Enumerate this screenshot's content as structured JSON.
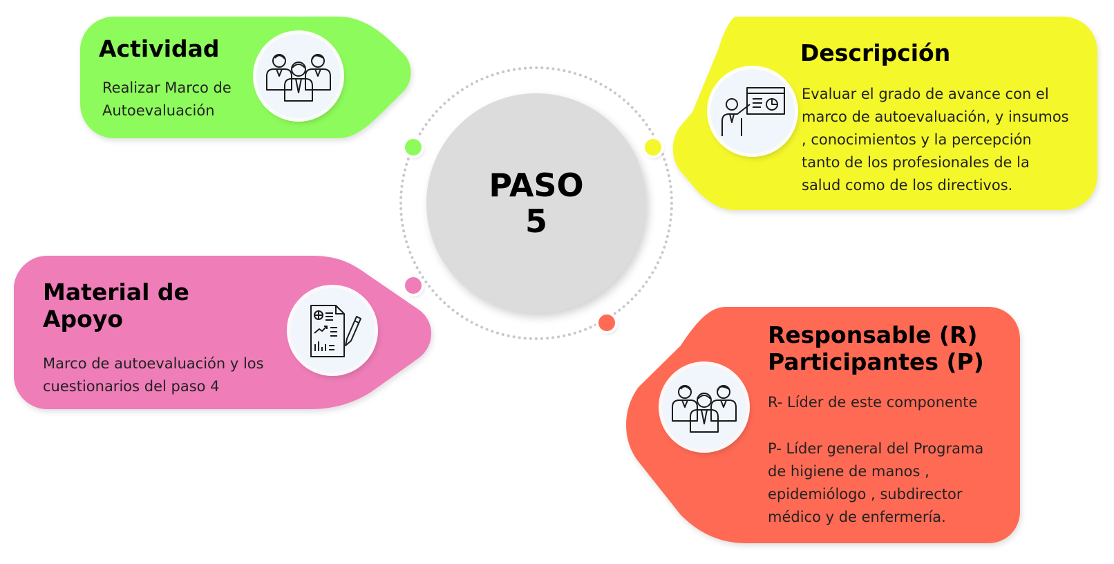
{
  "center": {
    "line1": "PASO",
    "line2": "5"
  },
  "actividad": {
    "title": "Actividad",
    "text_line1": "Realizar Marco de",
    "text_line2": "Autoevaluación",
    "icon": "team-people-icon",
    "color": "#8efb5c"
  },
  "descripcion": {
    "title": "Descripción",
    "lines": [
      "Evaluar el grado de avance con el",
      "marco de autoevaluación, y insumos",
      ", conocimientos y la percepción",
      "tanto de los profesionales de la",
      "salud como de los directivos."
    ],
    "icon": "presentation-icon",
    "color": "#f4f72b"
  },
  "material": {
    "title_line1": "Material de",
    "title_line2": "Apoyo",
    "text_line1": "Marco de autoevaluación  y  los",
    "text_line2": "cuestionarios del paso 4",
    "icon": "report-document-icon",
    "color": "#ee7db8"
  },
  "responsable": {
    "title_line1": "Responsable (R)",
    "title_line2": "Participantes (P)",
    "r_line": "R- Líder de este componente",
    "p_lines": [
      "P- Líder general del Programa",
      "de higiene de manos ,",
      "epidemiólogo , subdirector",
      "médico y de enfermería."
    ],
    "icon": "team-people-icon",
    "color": "#ff6b54"
  },
  "dot_colors": {
    "green": "#8efb5c",
    "yellow": "#f4f72b",
    "pink": "#ee7db8",
    "red": "#ff6b54"
  }
}
